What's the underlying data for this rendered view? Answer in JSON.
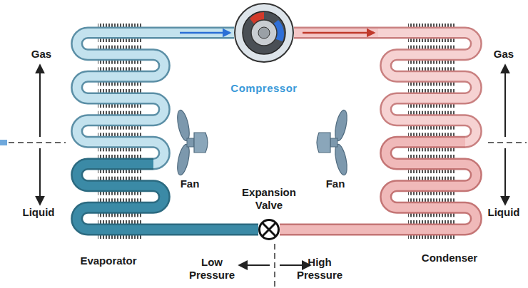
{
  "diagram": {
    "nodes": [
      {
        "text": [
          "Evaporator"
        ]
      },
      {
        "text": [
          "Compressor"
        ]
      },
      {
        "text": [
          "Condenser"
        ]
      },
      {
        "text": [
          "Expansion Valve"
        ]
      }
    ],
    "edges": [
      {
        "from": 0,
        "to": 1,
        "arrow": "to"
      },
      {
        "from": 1,
        "to": 2,
        "arrow": "to"
      },
      {
        "from": 2,
        "to": 3,
        "arrow": "none"
      },
      {
        "from": 3,
        "to": 0,
        "arrow": "none"
      }
    ],
    "labels": [
      "Gas",
      "Liquid",
      "Gas",
      "Liquid",
      "Fan",
      "Fan",
      "Low Pressure",
      "High Pressure"
    ]
  }
}
